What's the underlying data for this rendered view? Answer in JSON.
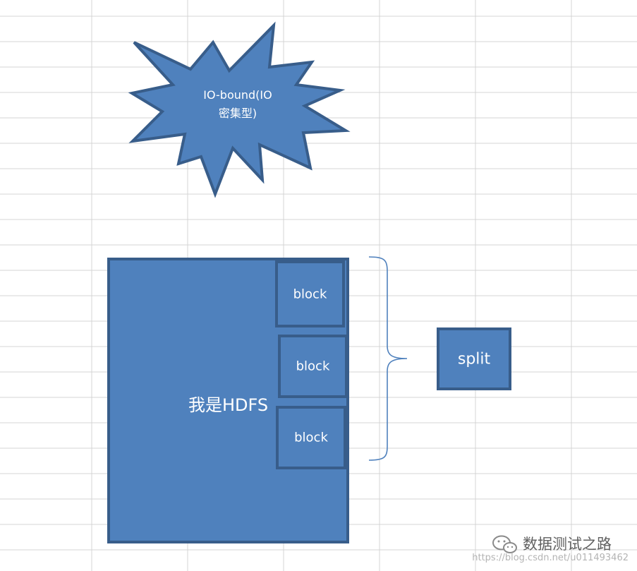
{
  "starburst": {
    "line1": "IO-bound(IO",
    "line2": "密集型)"
  },
  "hdfs": {
    "label": "我是HDFS"
  },
  "blocks": [
    {
      "label": "block"
    },
    {
      "label": "block"
    },
    {
      "label": "block"
    }
  ],
  "split": {
    "label": "split"
  },
  "watermark": {
    "brand": "数据测试之路",
    "url": "https://blog.csdn.net/u011493462",
    "icon": "wechat-icon"
  },
  "colors": {
    "shape_fill": "#4f81bd",
    "shape_border": "#385d8a",
    "text": "#ffffff",
    "grid": "#d4d4d4",
    "brace": "#4f81bd"
  }
}
